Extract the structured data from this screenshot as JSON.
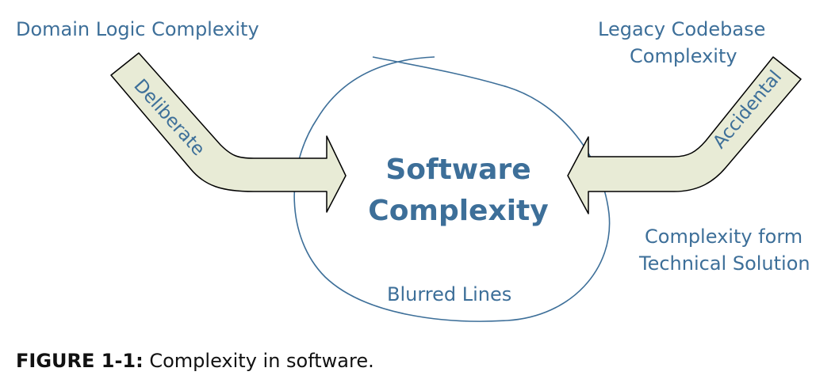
{
  "labels": {
    "domain": "Domain Logic Complexity",
    "legacy_line1": "Legacy Codebase",
    "legacy_line2": "Complexity",
    "technical_line1": "Complexity form",
    "technical_line2": "Technical Solution",
    "blurred": "Blurred Lines"
  },
  "center": {
    "line1": "Software",
    "line2": "Complexity"
  },
  "arrows": {
    "left_label": "Deliberate",
    "right_label": "Accidental"
  },
  "caption": {
    "number": "FIGURE 1-1:",
    "text": "Complexity in software."
  },
  "colors": {
    "text_blue": "#3d6f99",
    "circle_stroke": "#3d6f99",
    "arrow_fill": "#e8ebd6",
    "arrow_stroke": "#000000"
  }
}
